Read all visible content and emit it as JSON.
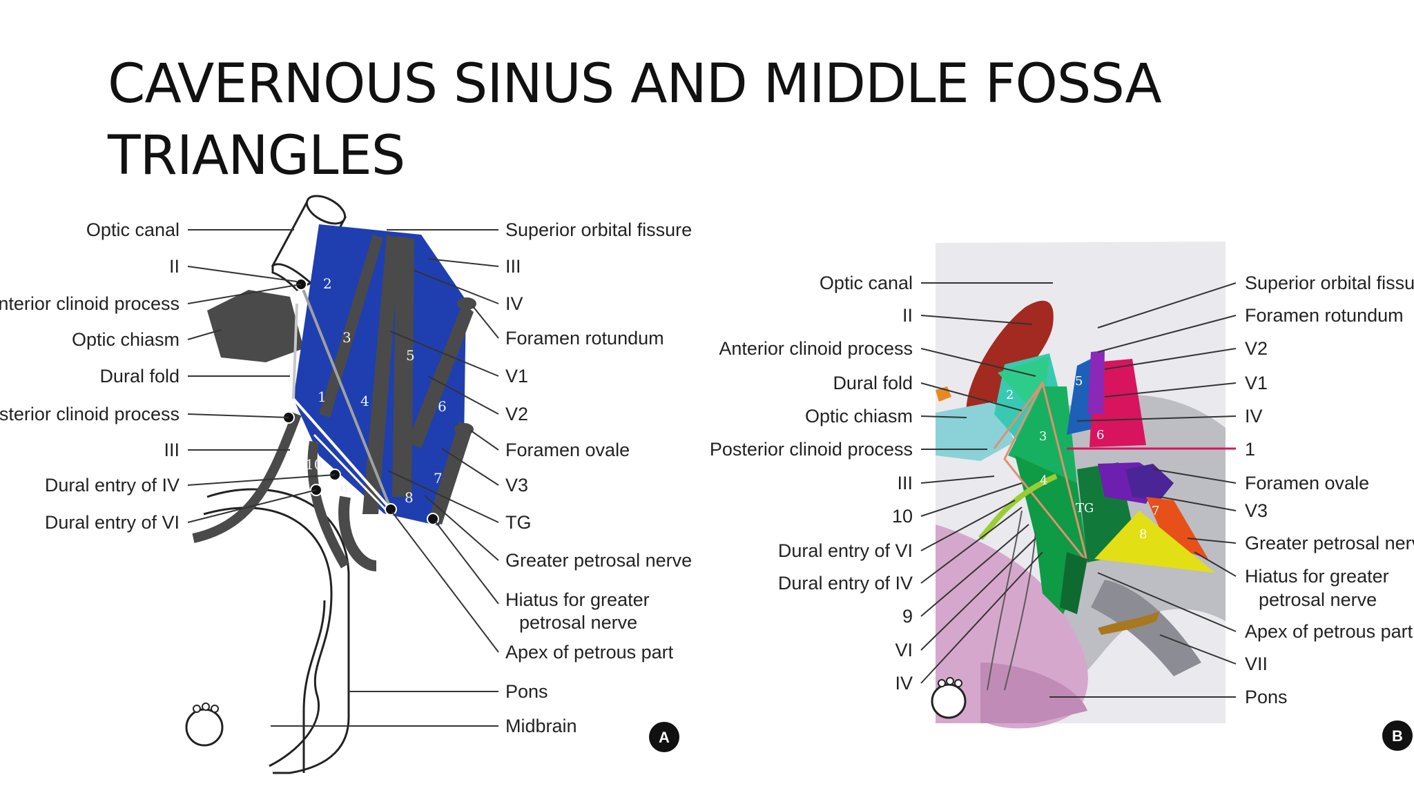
{
  "title": {
    "line1": "CAVERNOUS SINUS AND MIDDLE FOSSA",
    "line2": "TRIANGLES"
  },
  "panel_a": {
    "badge": "A",
    "left_labels": [
      "Optic canal",
      "II",
      "Anterior clinoid process",
      "Optic chiasm",
      "Dural fold",
      "Posterior clinoid process",
      "III",
      "Dural entry of IV",
      "Dural entry of VI"
    ],
    "right_labels": [
      "Superior orbital fissure",
      "III",
      "IV",
      "Foramen rotundum",
      "V1",
      "V2",
      "Foramen ovale",
      "V3",
      "TG",
      "Greater petrosal nerve",
      "Hiatus for greater",
      "petrosal nerve",
      "Apex of petrous part",
      "Pons",
      "Midbrain"
    ],
    "triangle_numbers": [
      "1",
      "2",
      "3",
      "4",
      "5",
      "6",
      "7",
      "8",
      "9",
      "10"
    ]
  },
  "panel_b": {
    "badge": "B",
    "left_labels": [
      "Optic canal",
      "II",
      "Anterior clinoid process",
      "Dural fold",
      "Optic chiasm",
      "Posterior clinoid process",
      "III",
      "10",
      "Dural entry of VI",
      "Dural entry of IV",
      "9",
      "VI",
      "IV"
    ],
    "right_labels": [
      "Superior orbital fissure",
      "Foramen rotundum",
      "V2",
      "V1",
      "IV",
      "1",
      "Foramen ovale",
      "V3",
      "Greater petrosal nerve",
      "Hiatus for greater",
      "petrosal nerve",
      "Apex of petrous part",
      "VII",
      "Pons"
    ],
    "triangle_numbers": [
      "2",
      "3",
      "4",
      "5",
      "6",
      "7",
      "8",
      "TG"
    ]
  },
  "colors": {
    "blue_region": "#1f3fb0",
    "nerve_gray": "#4a4a4a",
    "leader_line": "#333333",
    "badge_bg": "#111111"
  }
}
